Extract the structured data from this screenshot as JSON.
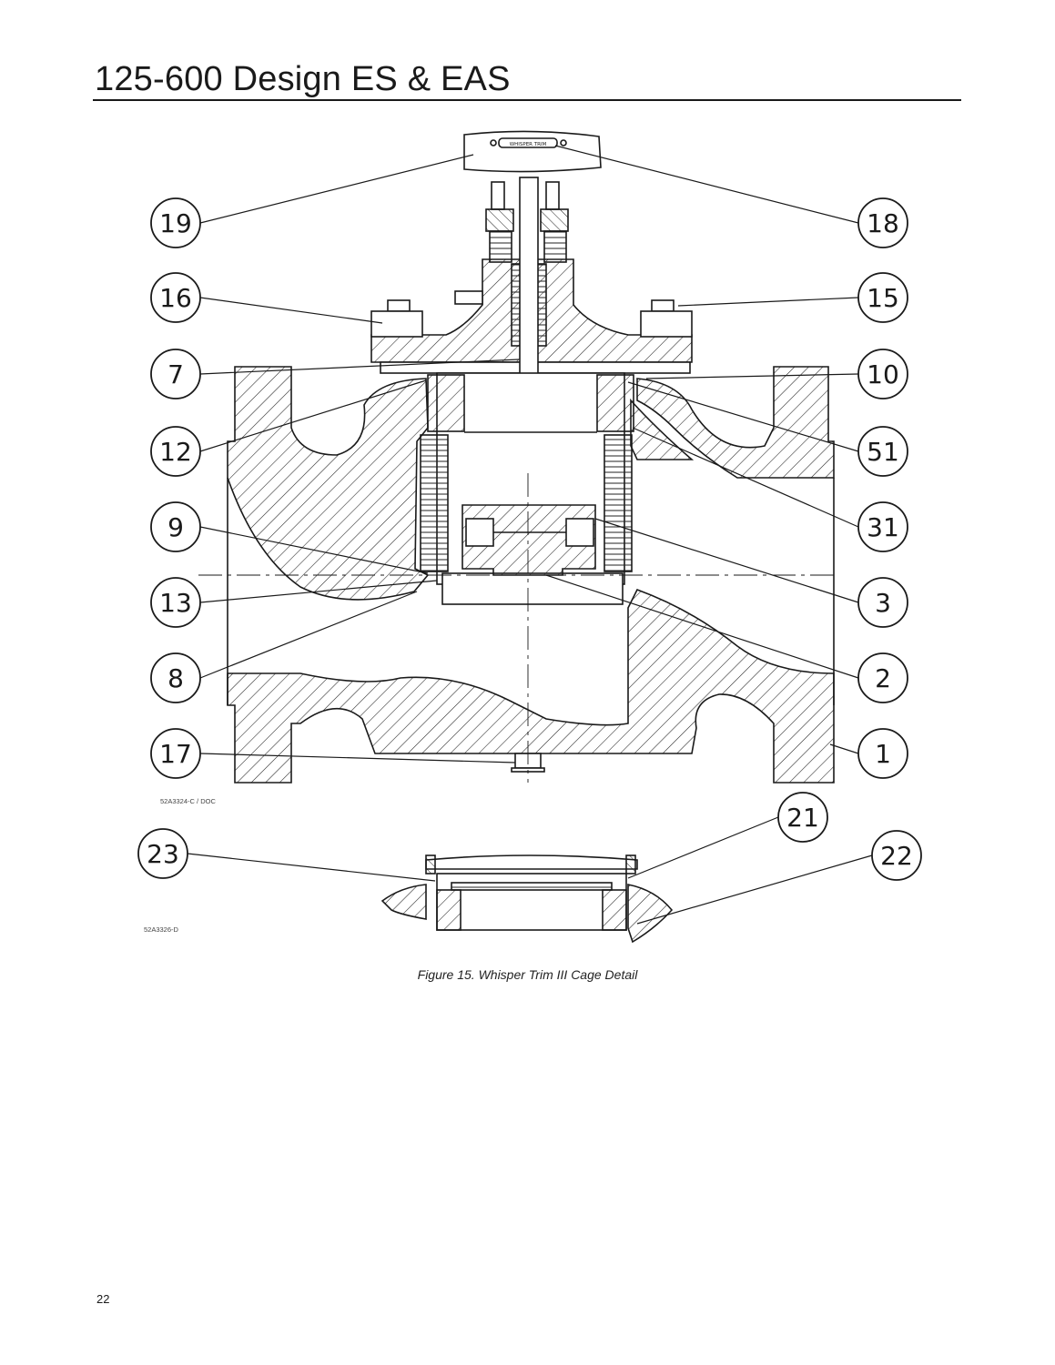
{
  "header": {
    "title": "125-600 Design ES & EAS"
  },
  "figure": {
    "caption": "Figure 15. Whisper Trim III Cage Detail",
    "drawing_number_main": "52A3324-C / DOC",
    "drawing_number_detail": "52A3326-D",
    "nameplate_text": "WHISPER TRIM",
    "callouts_left": [
      "19",
      "16",
      "7",
      "12",
      "9",
      "13",
      "8",
      "17"
    ],
    "callouts_right": [
      "18",
      "15",
      "10",
      "51",
      "31",
      "3",
      "2",
      "1"
    ],
    "detail_callouts": [
      "23",
      "21",
      "22"
    ]
  },
  "footer": {
    "page_number": "22"
  }
}
